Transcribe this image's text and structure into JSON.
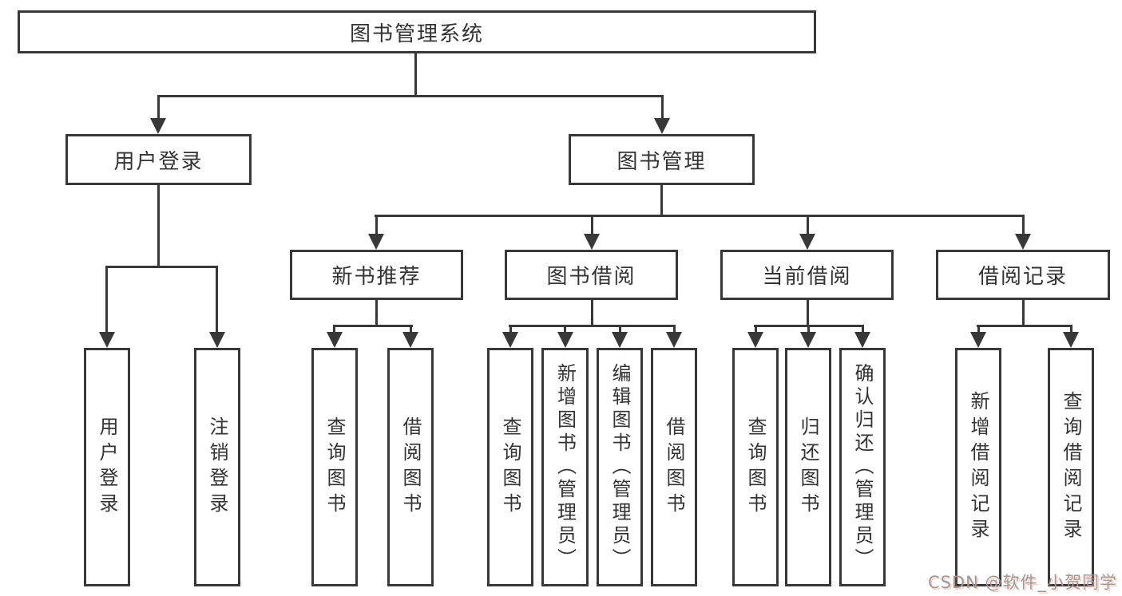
{
  "tree": {
    "label": "图书管理系统",
    "children": [
      {
        "label": "用户登录",
        "children": [
          {
            "label": "用户登录"
          },
          {
            "label": "注销登录"
          }
        ]
      },
      {
        "label": "图书管理",
        "children": [
          {
            "label": "新书推荐",
            "children": [
              {
                "label": "查询图书"
              },
              {
                "label": "借阅图书"
              }
            ]
          },
          {
            "label": "图书借阅",
            "children": [
              {
                "label": "查询图书"
              },
              {
                "label": "新增图书（管理员）"
              },
              {
                "label": "编辑图书（管理员）"
              },
              {
                "label": "借阅图书"
              }
            ]
          },
          {
            "label": "当前借阅",
            "children": [
              {
                "label": "查询图书"
              },
              {
                "label": "归还图书"
              },
              {
                "label": "确认归还（管理员）"
              }
            ]
          },
          {
            "label": "借阅记录",
            "children": [
              {
                "label": "新增借阅记录"
              },
              {
                "label": "查询借阅记录"
              }
            ]
          }
        ]
      }
    ]
  },
  "watermark": {
    "text": "CSDN @软件_小贺同学"
  },
  "colors": {
    "line": "#383838",
    "text": "#333333",
    "background": "#ffffff",
    "watermark_gray": "#9b9b9b",
    "watermark_red": "#fc5531"
  }
}
